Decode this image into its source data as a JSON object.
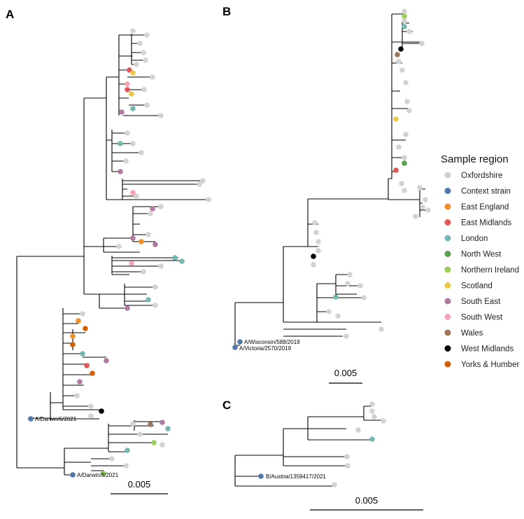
{
  "panels": {
    "a": {
      "letter": "A",
      "scale": "0.005",
      "strains": [
        "A/Darwin/6/2021",
        "A/Darwin/9/2021"
      ]
    },
    "b": {
      "letter": "B",
      "scale": "0.005",
      "strains": [
        "A/Wisconsin/588/2019",
        "A/Victoria/2570/2019"
      ]
    },
    "c": {
      "letter": "C",
      "scale": "0.005",
      "strains": [
        "B/Austria/1359417/2021"
      ]
    }
  },
  "legend": {
    "title": "Sample region",
    "items": [
      {
        "label": "Oxfordshire",
        "color": "#cfcfcf"
      },
      {
        "label": "Context strain",
        "color": "#4e79a7"
      },
      {
        "label": "East England",
        "color": "#f28e2b"
      },
      {
        "label": "East Midlands",
        "color": "#e15759"
      },
      {
        "label": "London",
        "color": "#76b7b2"
      },
      {
        "label": "North West",
        "color": "#59a14f"
      },
      {
        "label": "Northern Ireland",
        "color": "#9acd5a"
      },
      {
        "label": "Scotland",
        "color": "#edc948"
      },
      {
        "label": "South East",
        "color": "#b07aa1"
      },
      {
        "label": "South West",
        "color": "#f4a6b5"
      },
      {
        "label": "Wales",
        "color": "#9c755f"
      },
      {
        "label": "West Midlands",
        "color": "#000000"
      },
      {
        "label": "Yorks & Humber",
        "color": "#d55e00"
      }
    ]
  }
}
